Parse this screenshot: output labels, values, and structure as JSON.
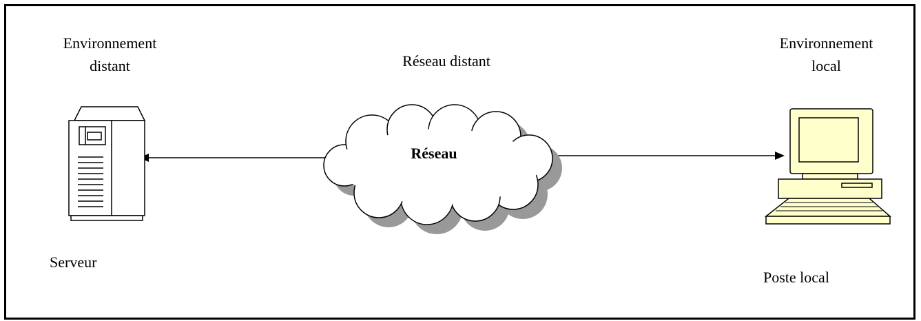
{
  "diagram": {
    "left_environment": {
      "line1": "Environnement",
      "line2": "distant"
    },
    "right_environment": {
      "line1": "Environnement",
      "line2": "local"
    },
    "network_title": "Réseau distant",
    "cloud_label": "Réseau",
    "server_caption": "Serveur",
    "workstation_caption": "Poste local"
  },
  "colors": {
    "border": "#000000",
    "cloud_fill": "#ffffff",
    "cloud_shadow": "#999999",
    "computer_body": "#ffffcc",
    "server_body": "#ffffff"
  }
}
